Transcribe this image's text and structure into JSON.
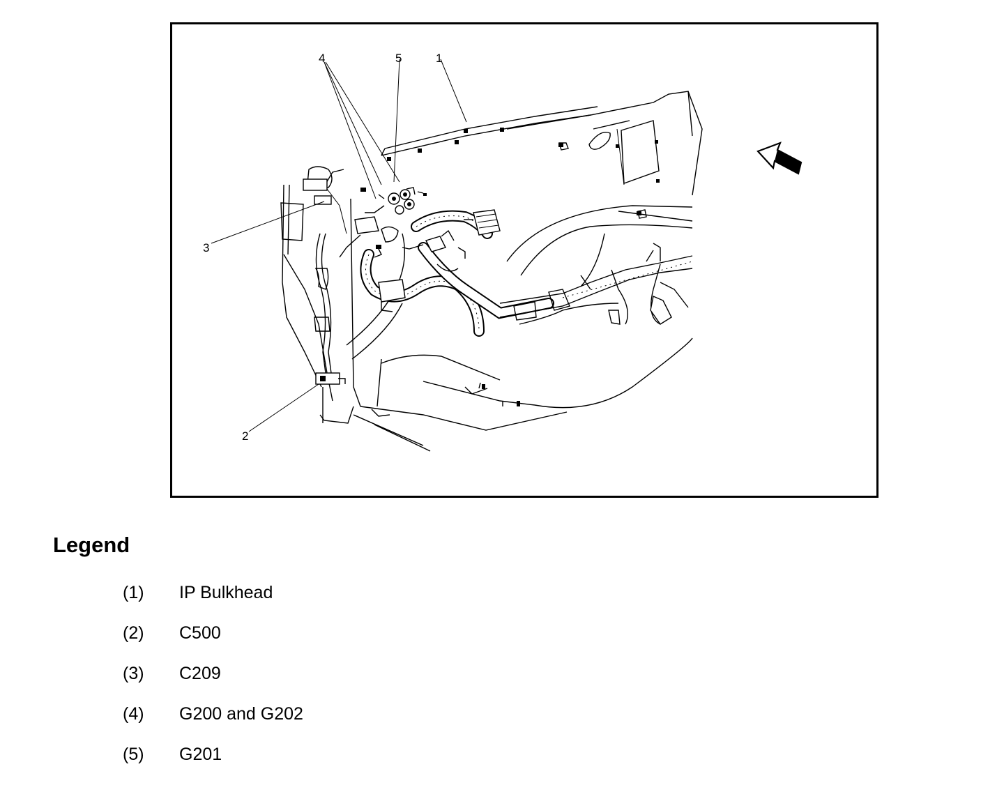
{
  "figure": {
    "callouts": [
      "1",
      "2",
      "3",
      "4",
      "5"
    ]
  },
  "legend": {
    "title": "Legend",
    "items": [
      {
        "num": "(1)",
        "text": "IP Bulkhead"
      },
      {
        "num": "(2)",
        "text": "C500"
      },
      {
        "num": "(3)",
        "text": "C209"
      },
      {
        "num": "(4)",
        "text": "G200 and G202"
      },
      {
        "num": "(5)",
        "text": "G201"
      }
    ]
  }
}
